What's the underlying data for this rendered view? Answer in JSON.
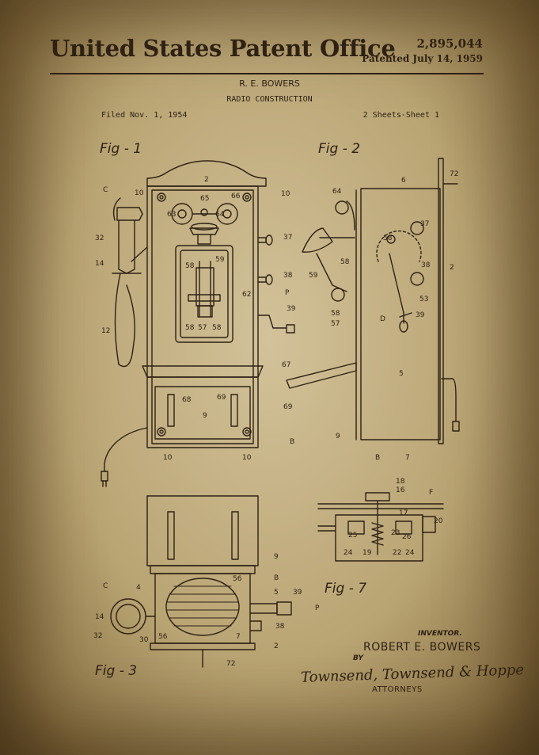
{
  "header": {
    "office": "United States Patent Office",
    "patent_number": "2,895,044",
    "patented_date": "Patented July 14, 1959"
  },
  "meta": {
    "inventor_head": "R. E. BOWERS",
    "title": "RADIO CONSTRUCTION",
    "filed": "Filed Nov. 1, 1954",
    "sheets": "2 Sheets-Sheet 1"
  },
  "figures": {
    "fig1": "Fig - 1",
    "fig2": "Fig - 2",
    "fig3": "Fig - 3",
    "fig7": "Fig - 7"
  },
  "refs": {
    "r2": "2",
    "r10": "10",
    "r65": "65",
    "r66": "66",
    "r63": "63",
    "r64": "64",
    "rC": "C",
    "r32": "32",
    "r14": "14",
    "r12": "12",
    "r37": "37",
    "r38": "38",
    "r58": "58",
    "r59": "59",
    "r57": "57",
    "r62": "62",
    "rP": "P",
    "r39": "39",
    "r67": "67",
    "r68": "68",
    "r69": "69",
    "r9": "9",
    "rB": "B",
    "r6": "6",
    "r72": "72",
    "r5": "5",
    "r53": "53",
    "r7": "7",
    "r4": "4",
    "r30": "30",
    "r56": "56",
    "r18": "18",
    "r16": "16",
    "rF": "F",
    "r17": "17",
    "r20": "20",
    "r25": "25",
    "r23": "23",
    "r26": "26",
    "r24": "24",
    "r19": "19",
    "r22": "22",
    "rD": "D"
  },
  "signature": {
    "inventor_label": "INVENTOR.",
    "inventor_name": "ROBERT E. BOWERS",
    "by": "BY",
    "attorneys_sig": "Townsend, Townsend & Hoppe",
    "attorneys_label": "ATTORNEYS"
  }
}
